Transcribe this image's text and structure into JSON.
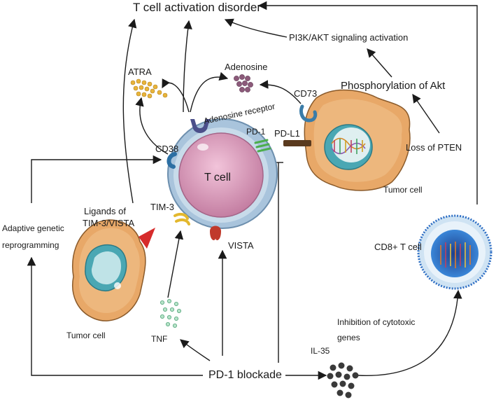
{
  "labels": {
    "t_cell_activation_disorder": "T cell activation disorder",
    "pi3k_akt": "PI3K/AKT signaling activation",
    "phosphorylation_akt": "Phosphorylation of Akt",
    "atra": "ATRA",
    "adenosine": "Adenosine",
    "adenosine_receptor": "Adenosine receptor",
    "cd73": "CD73",
    "cd38": "CD38",
    "pd1": "PD-1",
    "pdl1": "PD-L1",
    "loss_of_pten": "Loss of PTEN",
    "t_cell": "T cell",
    "tumor_cell_right": "Tumor cell",
    "tim3": "TIM-3",
    "vista": "VISTA",
    "ligands_line1": "Ligands of",
    "ligands_line2": "TIM-3/VISTA",
    "adaptive_line1": "Adaptive genetic",
    "adaptive_line2": "reprogramming",
    "tumor_cell_left": "Tumor cell",
    "cd8_t_cell": "CD8+ T cell",
    "inhibition_line1": "Inhibition of cytotoxic",
    "inhibition_line2": "genes",
    "tnf": "TNF",
    "il35": "IL-35",
    "pd1_blockade": "PD-1 blockade"
  },
  "colors": {
    "arrow": "#1a1a1a",
    "t_cell_membrane": "#a9c4dc",
    "t_cell_body": "#d79ab8",
    "t_cell_nucleus": "#c987a8",
    "tumor_cell": "#e8a868",
    "tumor_nucleus": "#4aa7b3",
    "cd8_cell": "#2f6fc4",
    "atra": "#e8b43a",
    "adenosine": "#8c5a7a",
    "tnf": "#7fc9a0",
    "il35": "#3a3a3a",
    "tim3": "#e3b82e",
    "vista": "#c0392b",
    "pd1": "#4cae4c",
    "cd38": "#2c6fa3",
    "ligand_red": "#d62b2b"
  }
}
